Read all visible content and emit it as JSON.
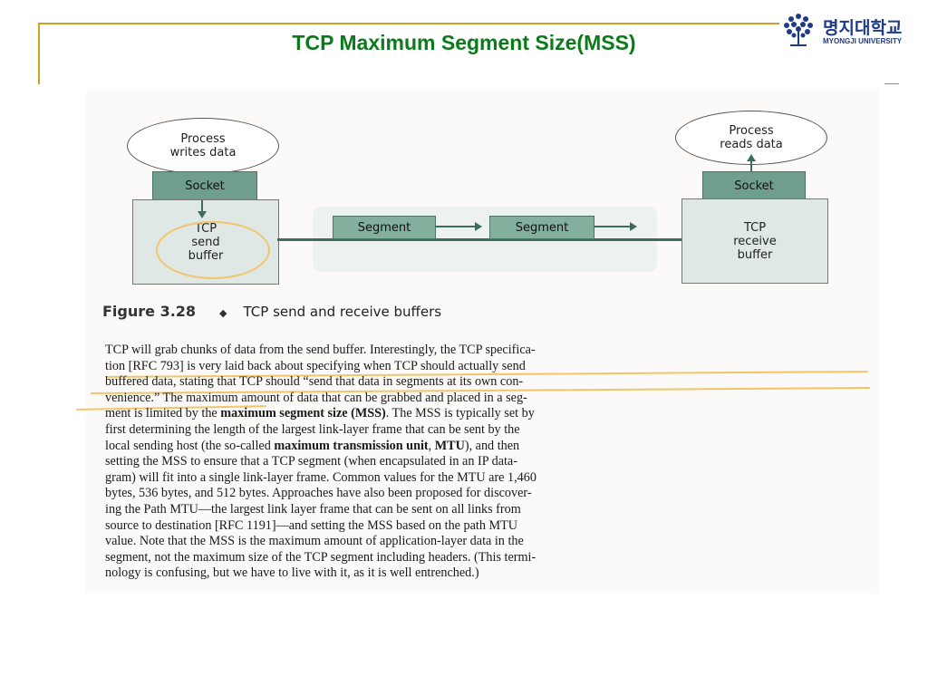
{
  "slide": {
    "title": "TCP Maximum Segment Size(MSS)",
    "logo_korean": "명지대학교",
    "logo_english": "MYONGJI UNIVERSITY"
  },
  "figure": {
    "sender_process": "Process\nwrites data",
    "sender_socket": "Socket",
    "sender_buffer": "TCP\nsend\nbuffer",
    "receiver_process": "Process\nreads data",
    "receiver_socket": "Socket",
    "receiver_buffer": "TCP\nreceive\nbuffer",
    "segments": [
      "Segment",
      "Segment"
    ],
    "caption_label": "Figure 3.28",
    "caption_separator": "◆",
    "caption_text": "TCP send and receive buffers"
  },
  "body_lines": [
    [
      "TCP will grab chunks of data from the send buffer. Interestingly, the TCP specifica-"
    ],
    [
      "tion [RFC 793] is very laid back about specifying when TCP should actually send"
    ],
    [
      "buffered data, stating that TCP should “send that data in segments at its own con-"
    ],
    [
      "venience.” The maximum amount of data that can be grabbed and placed in a seg-"
    ],
    [
      "ment is limited by the ",
      "maximum segment size (MSS)",
      ". The MSS is typically set by"
    ],
    [
      "first determining the length of the largest link-layer frame that can be sent by the"
    ],
    [
      "local sending host (the so-called ",
      "maximum transmission unit",
      ", ",
      "MTU",
      "), and then"
    ],
    [
      "setting the MSS to ensure that a TCP segment (when encapsulated in an IP data-"
    ],
    [
      "gram) will fit into a single link-layer frame. Common values for the MTU are 1,460"
    ],
    [
      "bytes, 536 bytes, and 512 bytes. Approaches have also been proposed for discover-"
    ],
    [
      "ing the Path MTU—the largest link layer frame that can be sent on all links from"
    ],
    [
      "source to destination [RFC 1191]—and setting the MSS based on the path MTU"
    ],
    [
      "value. Note that the MSS is the maximum amount of application-layer data in the"
    ],
    [
      "segment, not the maximum size of the TCP segment including headers. (This termi-"
    ],
    [
      "nology is confusing, but we have to live with it, as it is well entrenched.)"
    ]
  ],
  "colors": {
    "title": "#0a7a1a",
    "frame": "#c9a227",
    "socket": "#6f9e8c",
    "buffer": "#dfe8e5",
    "highlighter": "#f3c56a"
  }
}
